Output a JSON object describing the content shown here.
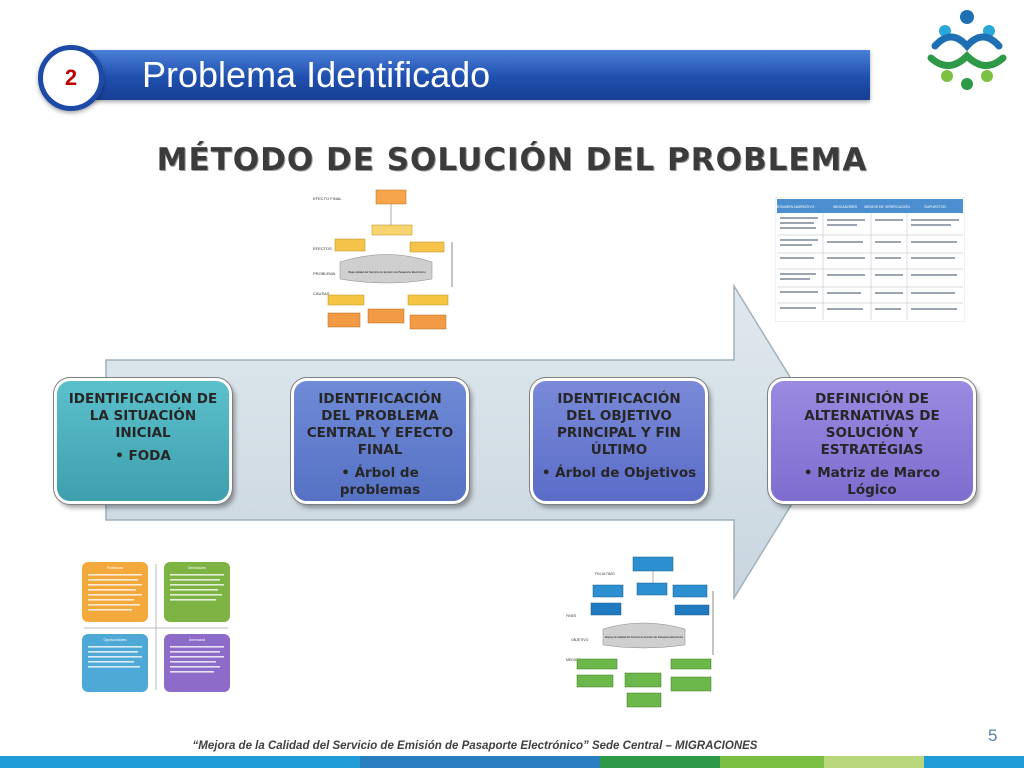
{
  "header": {
    "number": "2",
    "title": "Problema Identificado"
  },
  "section_title": "MÉTODO DE SOLUCIÓN DEL PROBLEMA",
  "steps": [
    {
      "head": "IDENTIFICACIÓN DE LA SITUACIÓN INICIAL",
      "bullet": "• FODA"
    },
    {
      "head": "IDENTIFICACIÓN DEL PROBLEMA CENTRAL Y EFECTO FINAL",
      "bullet": "• Árbol de problemas"
    },
    {
      "head": "IDENTIFICACIÓN DEL OBJETIVO PRINCIPAL Y FIN ÚLTIMO",
      "bullet": "• Árbol de Objetivos"
    },
    {
      "head": "DEFINICIÓN DE ALTERNATIVAS DE SOLUCIÓN Y ESTRATÉGIAS",
      "bullet": "• Matriz de Marco Lógico"
    }
  ],
  "thumbnails": {
    "problem_tree": {
      "labels": [
        "EFECTO FINAL",
        "EFECTOS",
        "PROBLEMA",
        "CAUSAS"
      ],
      "central": "Baja calidad del Servicio de Emisión de Pasaporte Electrónico"
    },
    "objective_tree": {
      "labels": [
        "FIN ÚLTIMO",
        "FINES",
        "OBJETIVO",
        "MEDIOS"
      ],
      "central": "Mejorar la Calidad del Servicio de Emisión de Pasaporte Electrónico"
    },
    "logframe": {
      "headers": [
        "RESUMEN NARRATIVO",
        "INDICADORES",
        "MEDIOS DE VERIFICACIÓN",
        "SUPUESTOS"
      ]
    },
    "foda": {
      "quadrants": [
        "Fortalezas",
        "Debilidades",
        "Oportunidades",
        "Amenazas"
      ]
    }
  },
  "footer": {
    "text": "“Mejora de la Calidad del Servicio de Emisión de Pasaporte Electrónico” Sede Central – MIGRACIONES",
    "page": "5"
  },
  "colors": {
    "title_bar": "#1f4fae",
    "number": "#c00000",
    "step1": "#4aabb8",
    "step2": "#627ecf",
    "step3": "#6a7bd0",
    "step4": "#8e7cd9"
  }
}
